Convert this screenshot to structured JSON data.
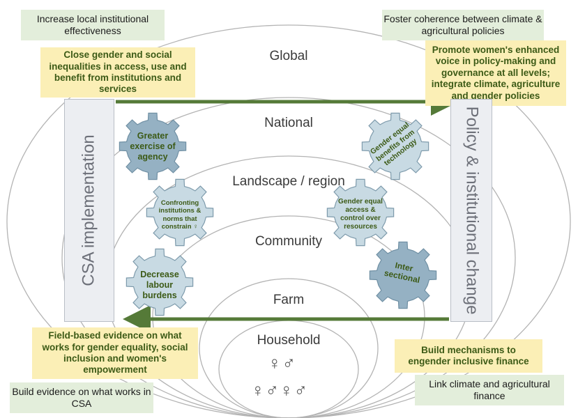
{
  "corners": {
    "top_left": "Increase local institutional effectiveness",
    "top_right": "Foster coherence between climate & agricultural policies",
    "bottom_left": "Build evidence on what works in CSA",
    "bottom_right": "Link climate and agricultural finance"
  },
  "callouts": {
    "gender_inequalities": "Close gender and social inequalities in access, use and benefit from institutions and services",
    "womens_voice": "Promote women's enhanced voice in policy-making and governance at all levels; integrate climate, agriculture and gender policies",
    "field_evidence": "Field-based evidence on what works for gender equality, social inclusion and women's empowerment",
    "inclusive_finance": "Build mechanisms to engender inclusive finance"
  },
  "side_bars": {
    "left": "CSA implementation",
    "right": "Policy & institutional change"
  },
  "levels": [
    "Global",
    "National",
    "Landscape / region",
    "Community",
    "Farm",
    "Household"
  ],
  "gears": {
    "agency": "Greater exercise of agency",
    "technology": "Gender equal benefits from technology",
    "norms": "Confronting institutions & norms that constrain ♀",
    "access": "Gender equal access & control over resources",
    "labour": "Decrease labour burdens",
    "intersectional": "Inter sectional"
  },
  "household_symbols": {
    "pair": "♀♂",
    "family": "♀♂♀♂"
  },
  "colors": {
    "gear_fill": "#c8dae3",
    "gear_dark_fill": "#95b1c3",
    "arrow": "#557a38",
    "green_box": "#e3eedb",
    "yellow_box": "#fbefb6",
    "text_green": "#3c5a16"
  }
}
